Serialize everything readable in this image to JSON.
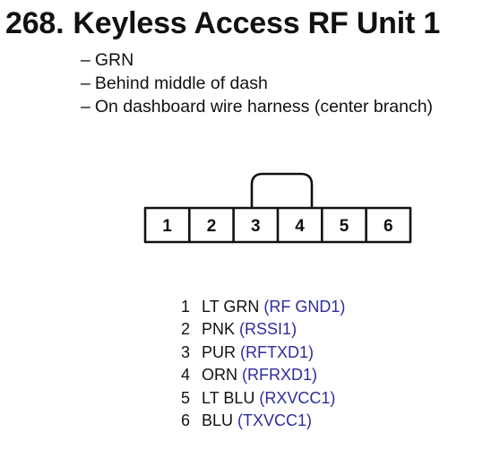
{
  "header": {
    "number": "268.",
    "title": "Keyless Access RF Unit 1"
  },
  "details": [
    {
      "dash": "–",
      "text": "GRN"
    },
    {
      "dash": "–",
      "text": "Behind middle of dash"
    },
    {
      "dash": "–",
      "text": "On dashboard wire harness (center branch)"
    }
  ],
  "connector": {
    "cavities": [
      "1",
      "2",
      "3",
      "4",
      "5",
      "6"
    ]
  },
  "pins": [
    {
      "pin": "1",
      "wire": "LT GRN",
      "signal": "(RF GND1)"
    },
    {
      "pin": "2",
      "wire": "PNK",
      "signal": "(RSSI1)"
    },
    {
      "pin": "3",
      "wire": "PUR",
      "signal": "(RFTXD1)"
    },
    {
      "pin": "4",
      "wire": "ORN",
      "signal": "(RFRXD1)"
    },
    {
      "pin": "5",
      "wire": "LT BLU",
      "signal": "(RXVCC1)"
    },
    {
      "pin": "6",
      "wire": "BLU",
      "signal": "(TXVCC1)"
    }
  ],
  "colors": {
    "text": "#111111",
    "signal_text": "#2d2d9c",
    "outline": "#111111"
  }
}
